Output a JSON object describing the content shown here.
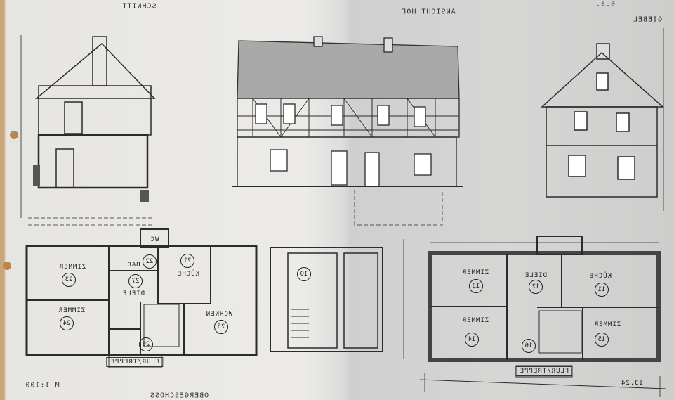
{
  "sheet": {
    "sheet_number": "6.5.",
    "titles": {
      "section": "SCHNITT",
      "elevation_yard": "ANSICHT HOF",
      "gable": "GIEBEL",
      "floor": "OBERGESCHOSS"
    },
    "scale": "M 1:100",
    "text_mirrored": true
  },
  "plan_upper_left": {
    "wc": "WC",
    "rooms": [
      {
        "name": "ZIMMER",
        "number": "23"
      },
      {
        "name": "ZIMMER",
        "number": "24"
      },
      {
        "name": "BAD",
        "number": "22"
      },
      {
        "name": "KÜCHE",
        "number": "21"
      },
      {
        "name": "DIELE",
        "number": "27"
      },
      {
        "name": "WOHNEN",
        "number": "25"
      },
      {
        "name": "",
        "number": "26"
      }
    ],
    "stair_label": "FLUR/TREPPE"
  },
  "plan_middle": {
    "rooms": [
      {
        "number": "10"
      }
    ]
  },
  "plan_right": {
    "rooms": [
      {
        "name": "ZIMMER",
        "number": "13"
      },
      {
        "name": "DIELE",
        "number": "12"
      },
      {
        "name": "KÜCHE",
        "number": "11"
      },
      {
        "name": "ZIMMER",
        "number": "14"
      },
      {
        "name": "",
        "number": "16"
      },
      {
        "name": "ZIMMER",
        "number": "15"
      }
    ],
    "stair_label": "FLUR/TREPPE",
    "overall_dimension": "13.24"
  }
}
